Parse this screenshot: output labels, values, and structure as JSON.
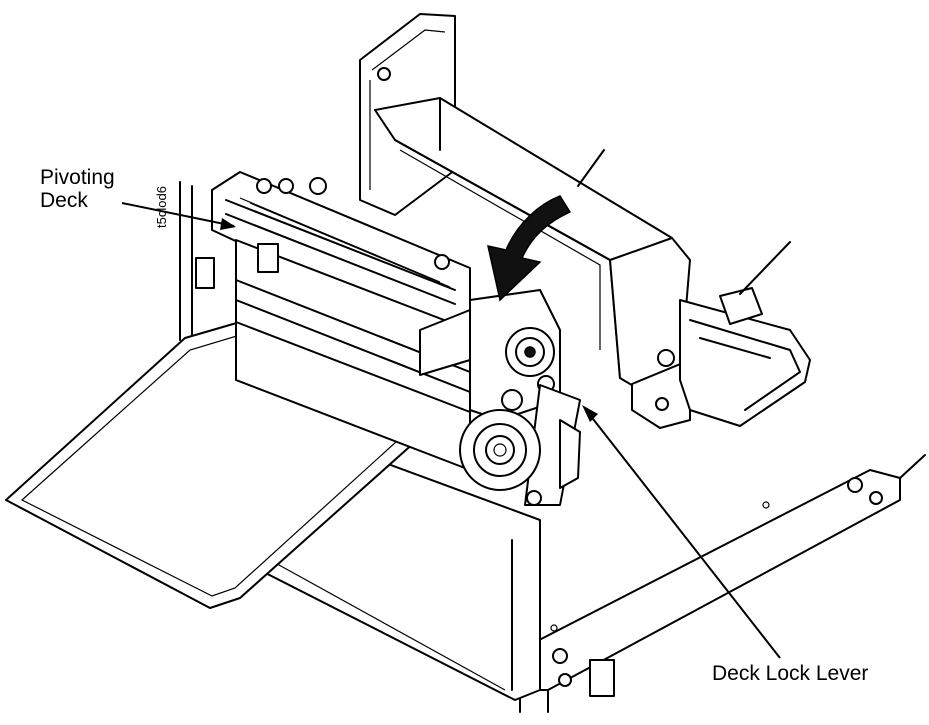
{
  "figure": {
    "figure_id": "t5clod6",
    "callouts": {
      "pivoting_deck": [
        "Pivoting",
        "Deck"
      ],
      "deck_lock_lever": "Deck Lock Lever"
    }
  }
}
